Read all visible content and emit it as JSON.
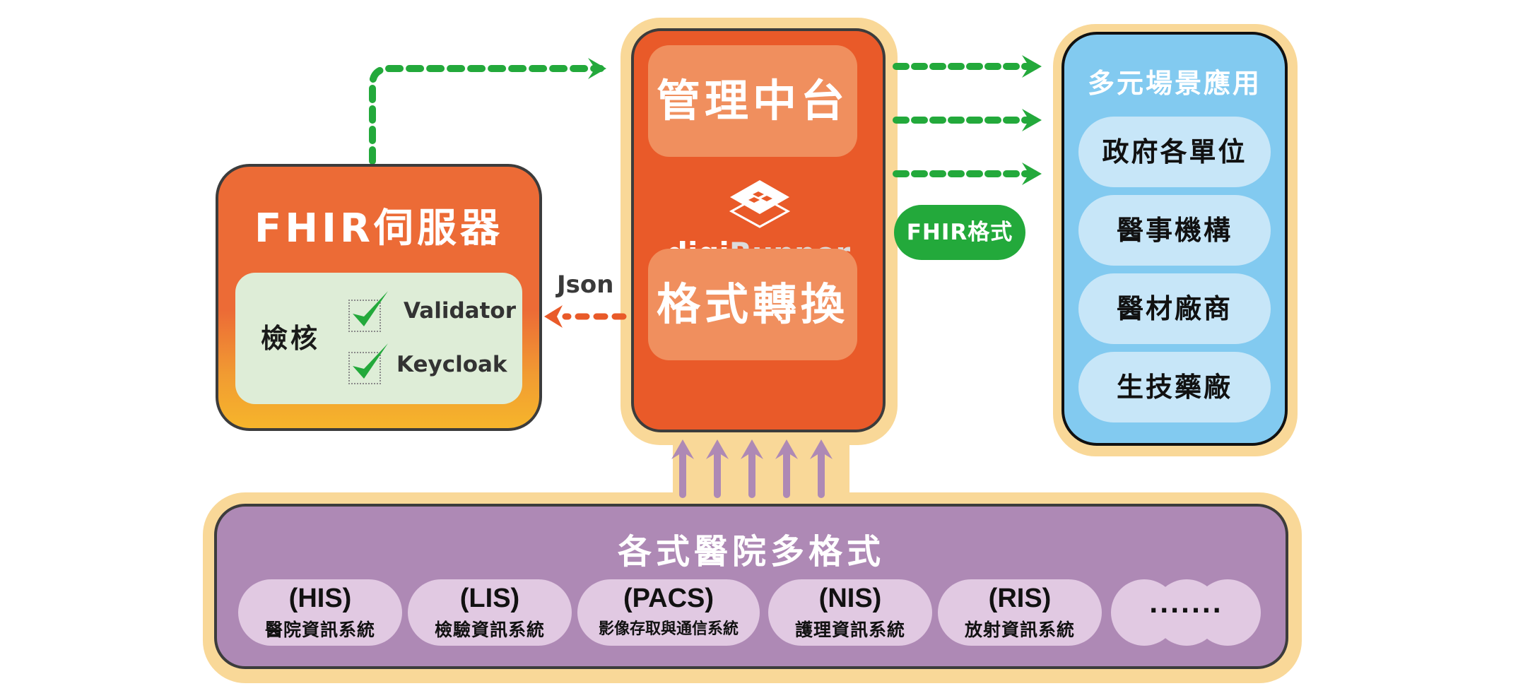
{
  "fhir_server": {
    "title": "FHIR伺服器",
    "verify": {
      "label": "檢核",
      "items": [
        {
          "label": "Validator",
          "checked": true
        },
        {
          "label": "Keycloak",
          "checked": true
        }
      ]
    }
  },
  "json_label": "Json",
  "gateway": {
    "top_panel": "管理中台",
    "logo": {
      "prefix": "digi",
      "suffix": "Runner"
    },
    "bottom_panel": "格式轉換"
  },
  "fhir_format_label": "FHIR格式",
  "applications": {
    "title": "多元場景應用",
    "items": [
      "政府各單位",
      "醫事機構",
      "醫材廠商",
      "生技藥廠"
    ]
  },
  "hospital_formats": {
    "title": "各式醫院多格式",
    "systems": [
      {
        "abbr": "(HIS)",
        "name": "醫院資訊系統"
      },
      {
        "abbr": "(LIS)",
        "name": "檢驗資訊系統"
      },
      {
        "abbr": "(PACS)",
        "name": "影像存取與通信系統"
      },
      {
        "abbr": "(NIS)",
        "name": "護理資訊系統"
      },
      {
        "abbr": "(RIS)",
        "name": "放射資訊系統"
      }
    ],
    "more": "......."
  },
  "colors": {
    "orange": "#e95a29",
    "green_arrow": "#23a93b",
    "purple": "#ae89b5",
    "blue": "#82caf0",
    "halo": "#f9d898"
  }
}
